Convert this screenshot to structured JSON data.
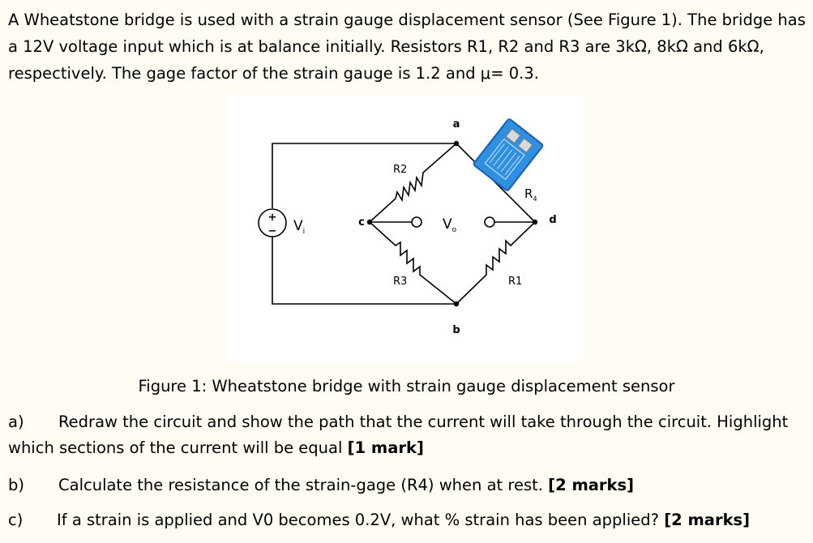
{
  "intro": {
    "text": "A Wheatstone bridge is used with a strain gauge displacement sensor (See Figure 1). The bridge has a 12V voltage input which is at balance initially. Resistors R1, R2 and R3 are 3kΩ, 8kΩ and 6kΩ, respectively. The gage factor of the strain gauge is 1.2 and μ= 0.3."
  },
  "figure": {
    "node_a": "a",
    "node_b": "b",
    "node_c": "c",
    "node_d": "d",
    "r1": "R1",
    "r2": "R2",
    "r3": "R3",
    "r4": "R",
    "r4_sub": "4",
    "source": "V",
    "source_sub": "i",
    "source_plus": "+",
    "source_minus": "−",
    "output": "V",
    "output_sub": "o",
    "caption": "Figure 1: Wheatstone bridge with strain gauge displacement sensor"
  },
  "questions": {
    "a": {
      "letter": "a)",
      "text": "Redraw the circuit and show the path that the current will take through the circuit. Highlight which sections of the current will be equal ",
      "marks": "[1 mark]"
    },
    "b": {
      "letter": "b)",
      "text": "Calculate the resistance of the strain-gage (R4) when at rest. ",
      "marks": "[2 marks]"
    },
    "c": {
      "letter": "c)",
      "text": "If a strain is applied and V0 becomes 0.2V, what % strain has been applied? ",
      "marks": "[2 marks]"
    }
  },
  "colors": {
    "gauge_blue": "#2f8fe0",
    "gauge_dark": "#1d5fae",
    "wire": "#000000",
    "page_bg": "#fffdf3"
  }
}
